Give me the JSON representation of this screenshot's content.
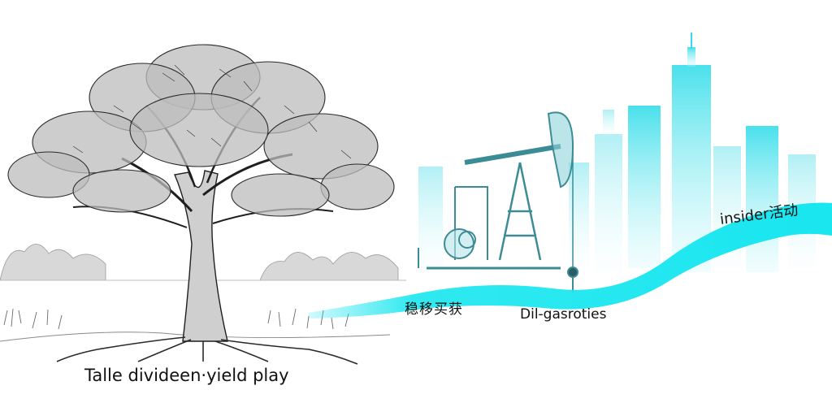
{
  "captions": {
    "tree_label": "Talle divideen·yield play",
    "mid_label": "稳移买获",
    "oil_label": "Dil-gasroties",
    "insider_label": "insider活动"
  },
  "colors": {
    "background": "#ffffff",
    "ink": "#222222",
    "cyan_accent": "#19e6ef",
    "skyline": "#6fe9f2",
    "pumpjack": "#3c8c96"
  },
  "illustration": {
    "subjects": [
      "sketched-tree",
      "grassland",
      "oil-pumpjack",
      "city-skyline",
      "cyan-wave-ribbon"
    ]
  }
}
